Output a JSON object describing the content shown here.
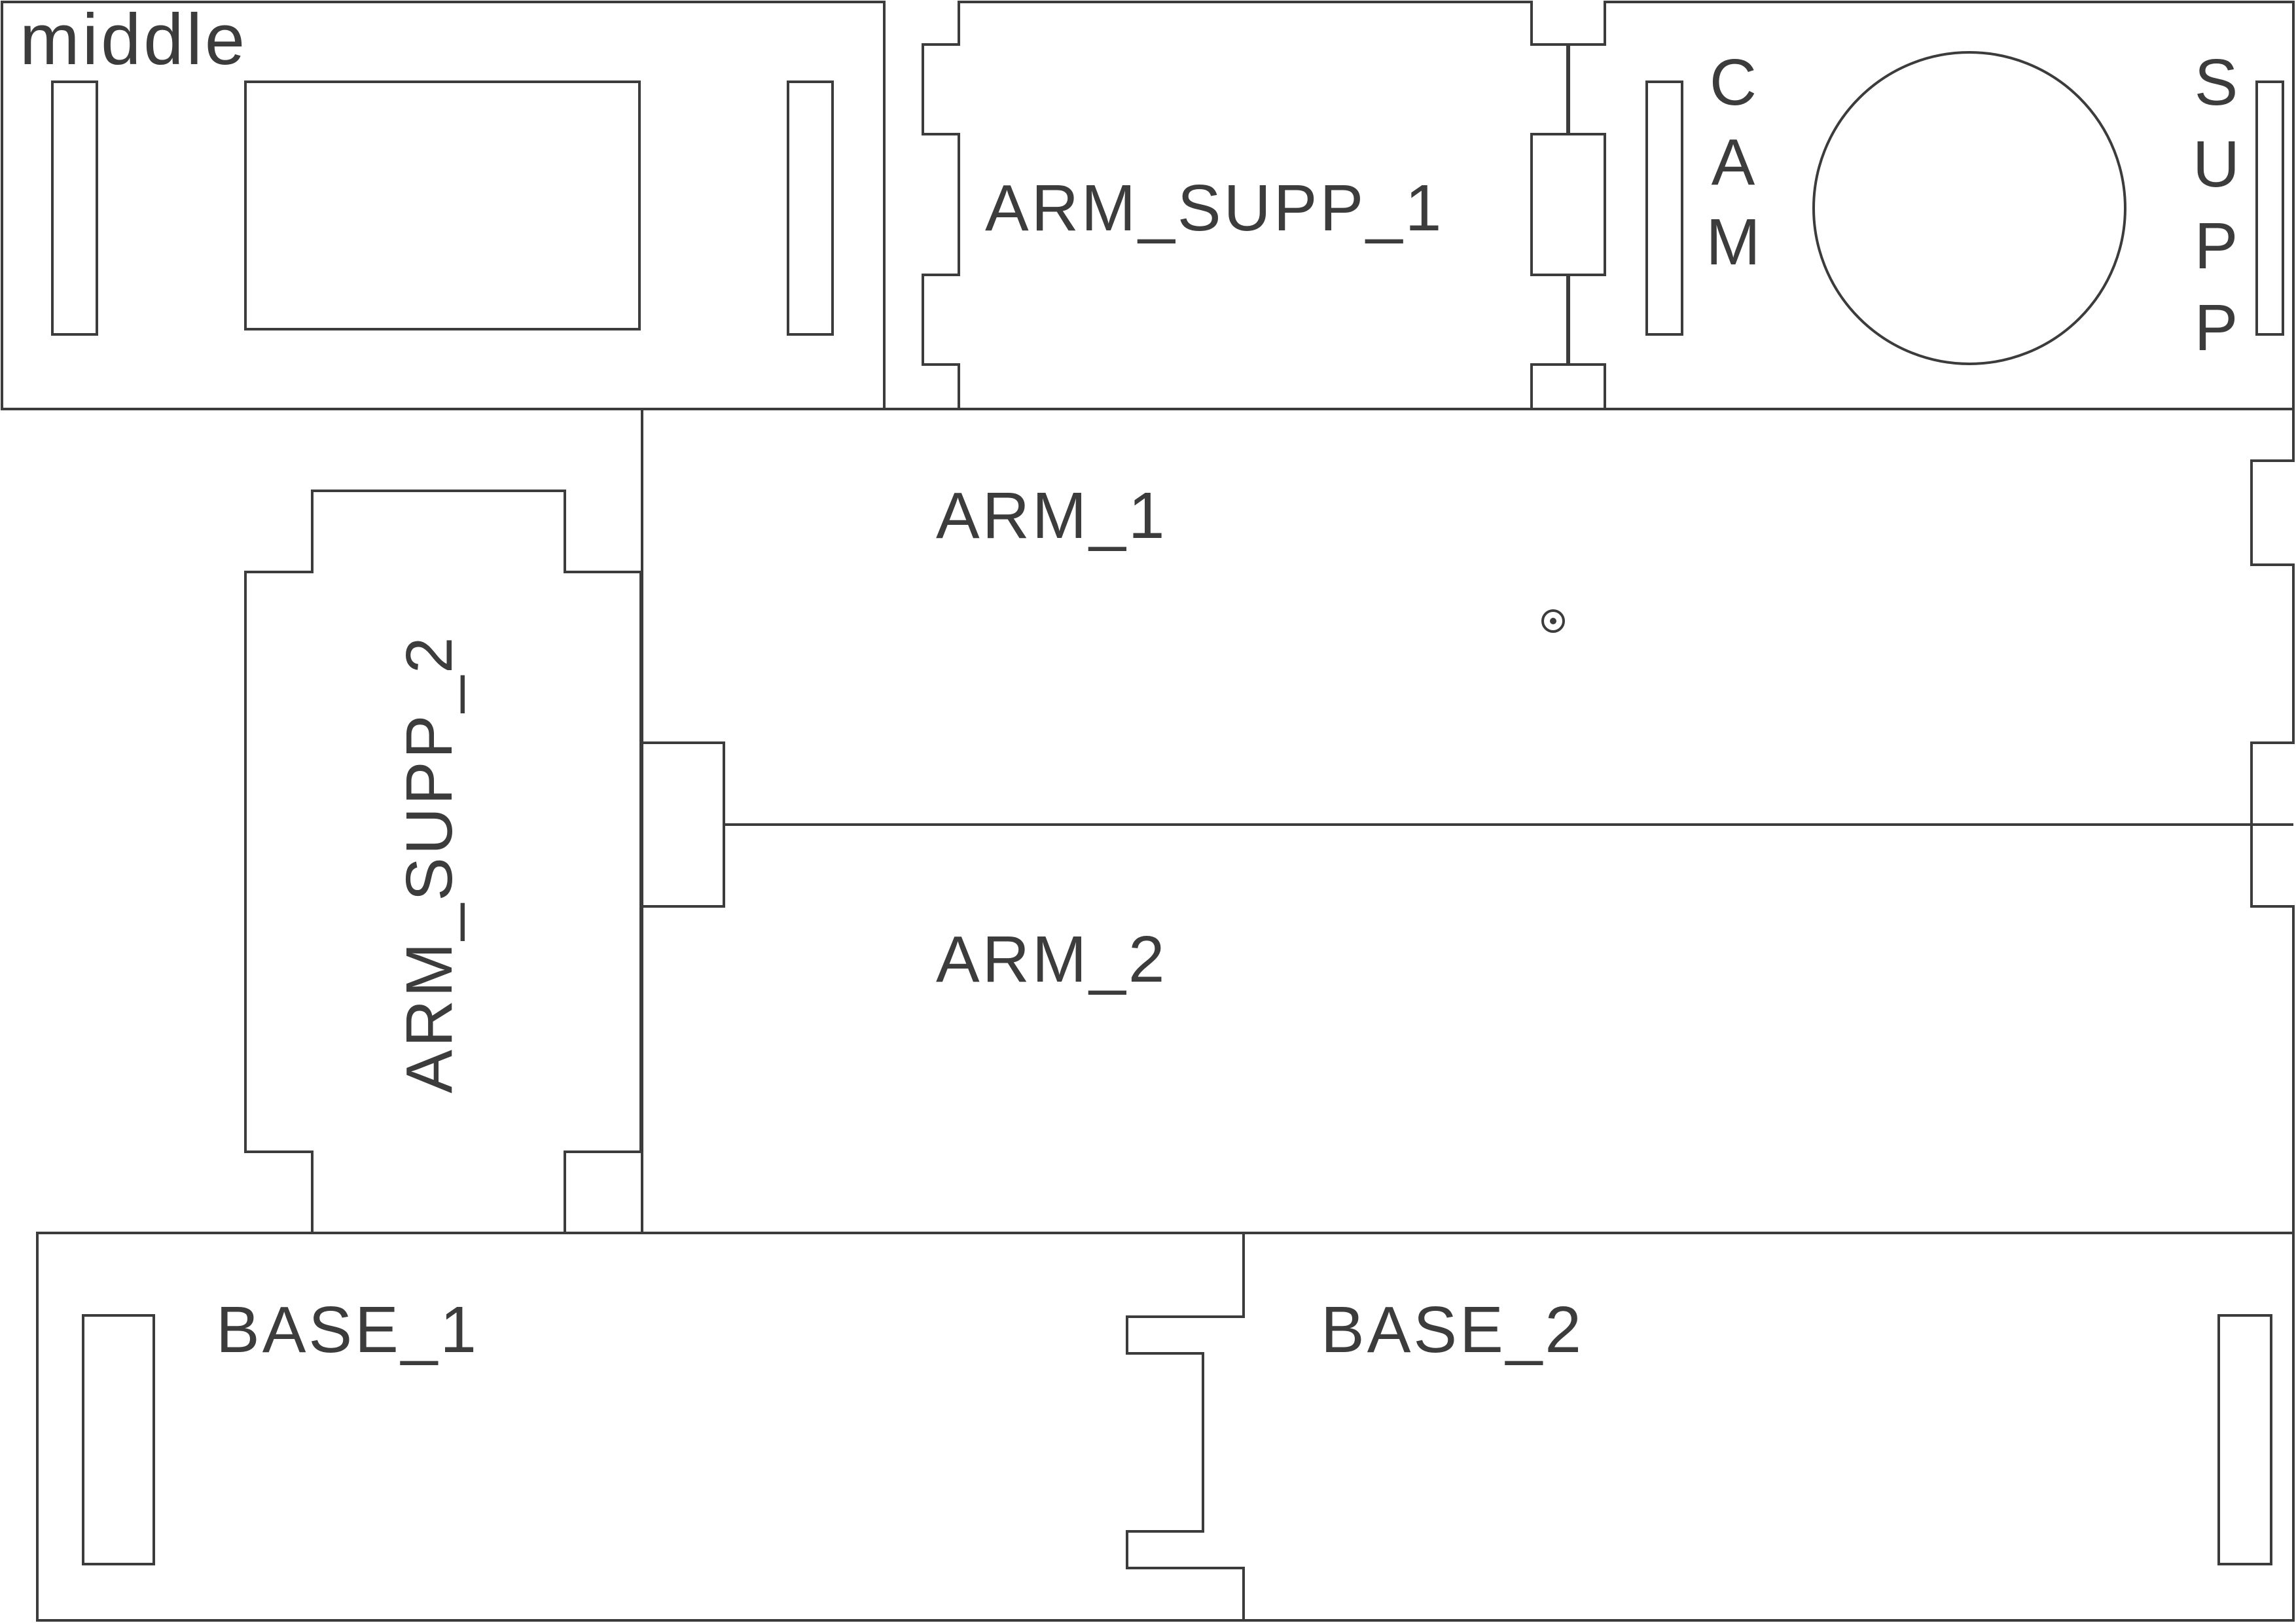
{
  "diagram": {
    "background_color": "#ffffff",
    "line_color": "#3c3c3c",
    "text_color": "#3c3c3c",
    "pieces": {
      "middle": {
        "label": "middle"
      },
      "arm_supp_1": {
        "label": "ARM_SUPP_1"
      },
      "cam_supp": {
        "left_label": "CAM",
        "left_letters": [
          "C",
          "A",
          "M"
        ],
        "right_label": "SUPP",
        "right_letters": [
          "S",
          "U",
          "P",
          "P"
        ]
      },
      "arm_1": {
        "label": "ARM_1"
      },
      "arm_supp_2": {
        "label": "ARM_SUPP_2"
      },
      "arm_2": {
        "label": "ARM_2"
      },
      "base_1": {
        "label": "BASE_1"
      },
      "base_2": {
        "label": "BASE_2"
      }
    }
  }
}
